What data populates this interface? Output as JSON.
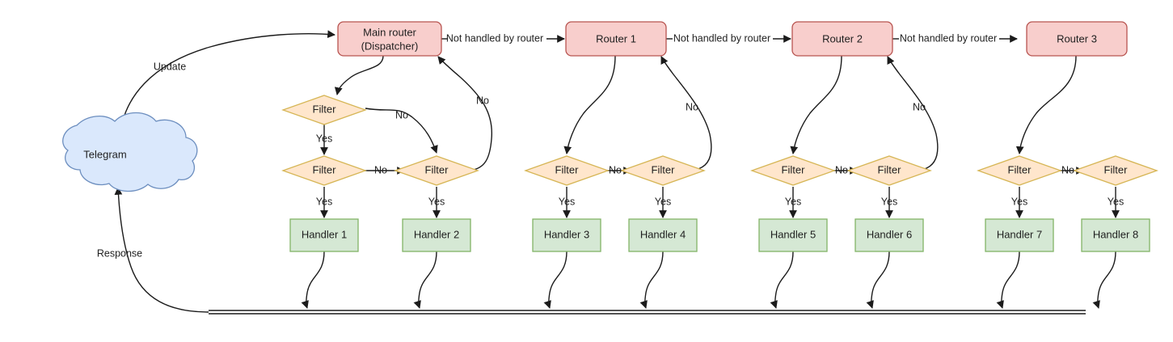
{
  "diagram": {
    "title": "Telegram bot update routing flow",
    "colors": {
      "router_fill": "#f8cecc",
      "router_stroke": "#b85450",
      "filter_fill": "#ffe6cc",
      "filter_stroke": "#d6b656",
      "handler_fill": "#d5e8d4",
      "handler_stroke": "#82b366",
      "cloud_fill": "#dae8fc",
      "cloud_stroke": "#6c8ebf",
      "edge_stroke": "#1b1b1b",
      "text": "#1f1f1f"
    },
    "source": {
      "label": "Telegram",
      "shape": "cloud"
    },
    "routers": [
      {
        "id": "main-router",
        "line1": "Main router",
        "line2": "(Dispatcher)"
      },
      {
        "id": "router-1",
        "line1": "Router 1",
        "line2": ""
      },
      {
        "id": "router-2",
        "line1": "Router 2",
        "line2": ""
      },
      {
        "id": "router-3",
        "line1": "Router 3",
        "line2": ""
      }
    ],
    "filters": [
      {
        "id": "filter-top-a",
        "label": "Filter"
      },
      {
        "id": "filter-1",
        "label": "Filter"
      },
      {
        "id": "filter-2",
        "label": "Filter"
      },
      {
        "id": "filter-3",
        "label": "Filter"
      },
      {
        "id": "filter-4",
        "label": "Filter"
      },
      {
        "id": "filter-5",
        "label": "Filter"
      },
      {
        "id": "filter-6",
        "label": "Filter"
      },
      {
        "id": "filter-7",
        "label": "Filter"
      },
      {
        "id": "filter-8",
        "label": "Filter"
      }
    ],
    "handlers": [
      {
        "id": "handler-1",
        "label": "Handler 1"
      },
      {
        "id": "handler-2",
        "label": "Handler 2"
      },
      {
        "id": "handler-3",
        "label": "Handler 3"
      },
      {
        "id": "handler-4",
        "label": "Handler 4"
      },
      {
        "id": "handler-5",
        "label": "Handler 5"
      },
      {
        "id": "handler-6",
        "label": "Handler 6"
      },
      {
        "id": "handler-7",
        "label": "Handler 7"
      },
      {
        "id": "handler-8",
        "label": "Handler 8"
      }
    ],
    "edge_labels": {
      "update": "Update",
      "response": "Response",
      "not_handled": "Not handled by router",
      "yes": "Yes",
      "no": "No"
    },
    "not_handled_labels": [
      "Not handled by router",
      "Not handled by router",
      "Not handled by router"
    ],
    "yes_labels": [
      "Yes",
      "Yes",
      "Yes",
      "Yes",
      "Yes",
      "Yes",
      "Yes",
      "Yes",
      "Yes"
    ],
    "no_labels": [
      "No",
      "No",
      "No",
      "No",
      "No",
      "No",
      "No",
      "No",
      "No",
      "No"
    ]
  }
}
